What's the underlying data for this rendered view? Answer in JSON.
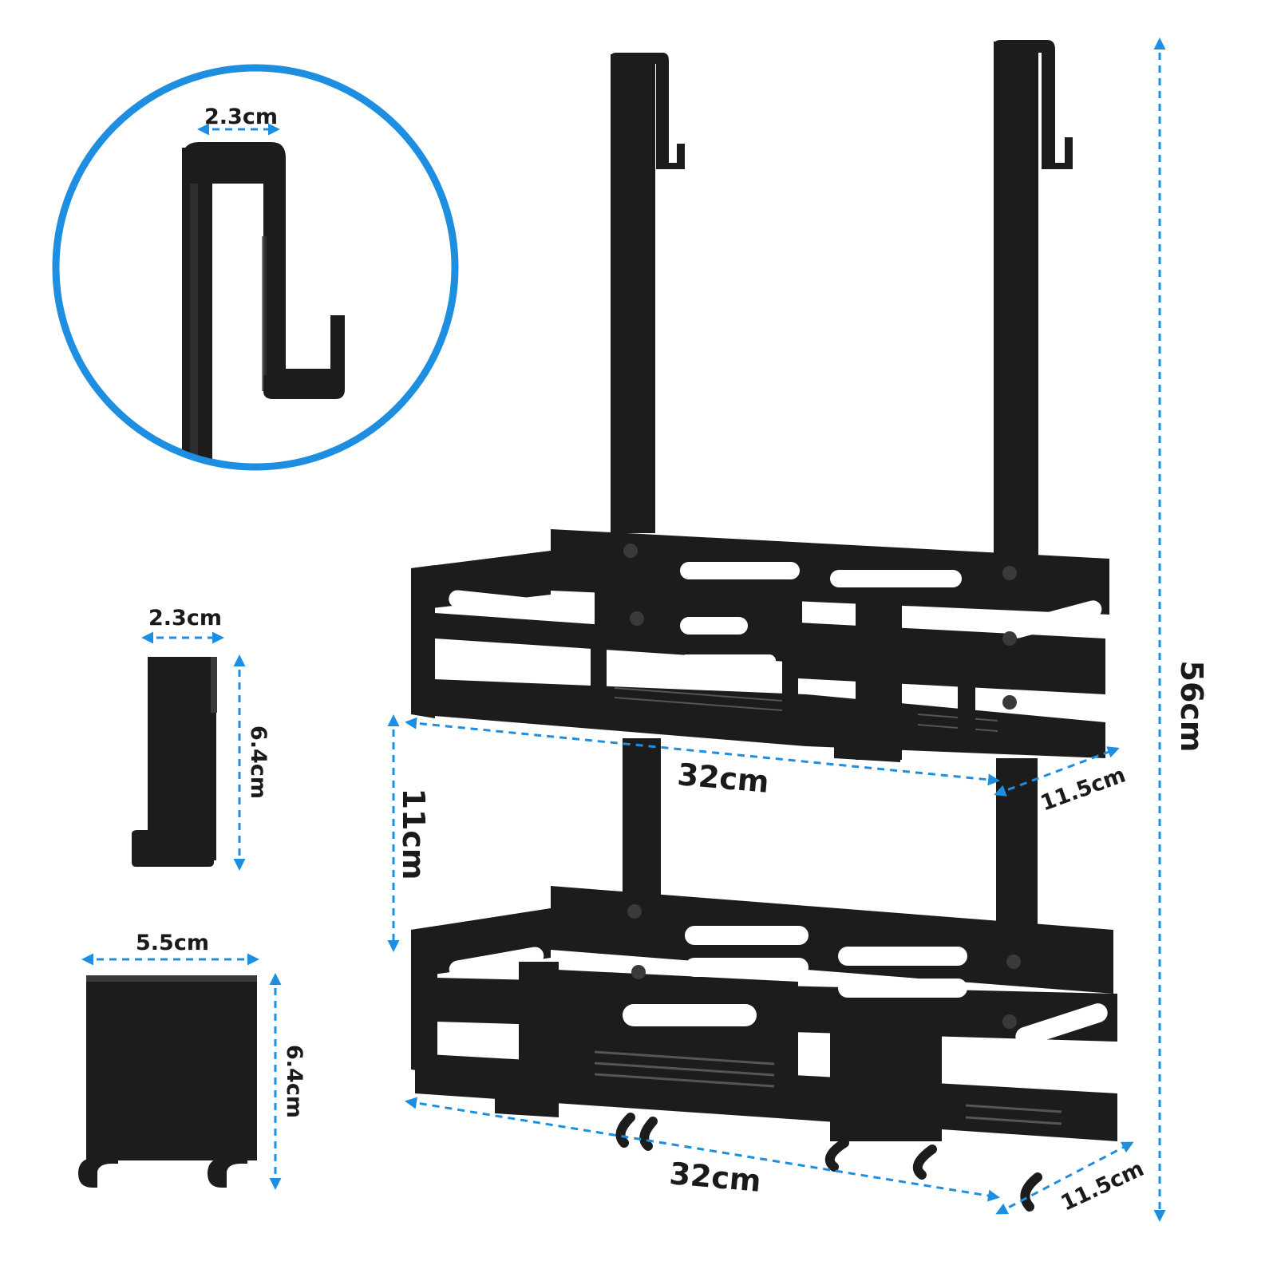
{
  "colors": {
    "accent": "#1e8fe0",
    "product": "#1c1c1c",
    "product_highlight": "#3a3a3a",
    "background": "#ffffff"
  },
  "hook_detail": {
    "width_label": "2.3cm"
  },
  "single_hook": {
    "width_label": "2.3cm",
    "height_label": "6.4cm"
  },
  "double_hook": {
    "width_label": "5.5cm",
    "height_label": "6.4cm"
  },
  "rack": {
    "total_height_label": "56cm",
    "shelf_gap_label": "11cm",
    "top_shelf": {
      "width_label": "32cm",
      "depth_label": "11.5cm"
    },
    "bottom_shelf": {
      "width_label": "32cm",
      "depth_label": "11.5cm"
    }
  }
}
